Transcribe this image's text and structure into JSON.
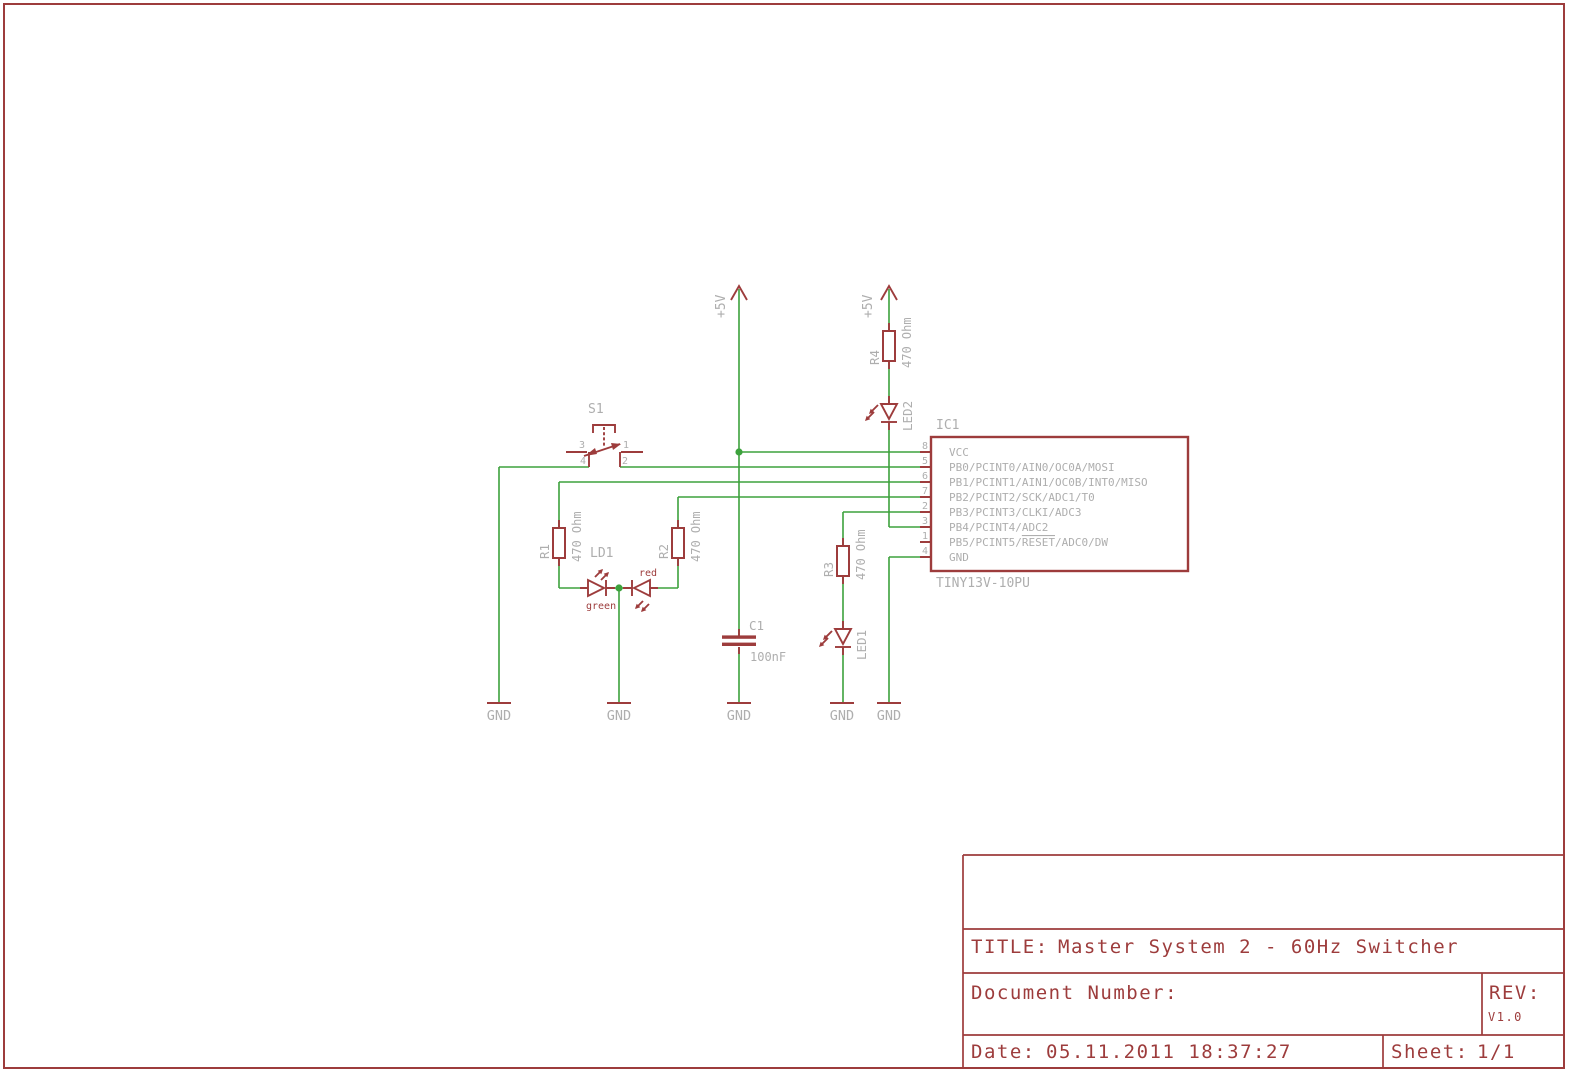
{
  "palette": {
    "symbol_red": "#9d3c3c",
    "wire_green": "#3da23d",
    "label_gray": "#aeaeae"
  },
  "schematic": {
    "power_label": "+5V",
    "ground_label": "GND",
    "ic": {
      "name": "IC1",
      "part": "TINY13V-10PU",
      "pins": [
        {
          "num": "8",
          "label": "VCC"
        },
        {
          "num": "5",
          "label": "PB0/PCINT0/AIN0/OC0A/MOSI"
        },
        {
          "num": "6",
          "label": "PB1/PCINT1/AIN1/OC0B/INT0/MISO"
        },
        {
          "num": "7",
          "label": "PB2/PCINT2/SCK/ADC1/T0"
        },
        {
          "num": "2",
          "label": "PB3/PCINT3/CLKI/ADC3"
        },
        {
          "num": "3",
          "label": "PB4/PCINT4/ADC2"
        },
        {
          "num": "1",
          "label_pre": "PB5/PCINT5/",
          "label_overline": "RESET",
          "label_post": "/ADC0/DW"
        },
        {
          "num": "4",
          "label": "GND"
        }
      ]
    },
    "switch": {
      "name": "S1",
      "pin3": "3",
      "pin1": "1",
      "pin4": "4",
      "pin2": "2"
    },
    "resistors": [
      {
        "name": "R1",
        "value": "470 Ohm"
      },
      {
        "name": "R2",
        "value": "470 Ohm"
      },
      {
        "name": "R3",
        "value": "470 Ohm"
      },
      {
        "name": "R4",
        "value": "470 Ohm"
      }
    ],
    "capacitor": {
      "name": "C1",
      "value": "100nF"
    },
    "dual_led": {
      "name": "LD1",
      "green_label": "green",
      "red_label": "red"
    },
    "led1": {
      "name": "LED1"
    },
    "led2": {
      "name": "LED2"
    }
  },
  "titleblock": {
    "title_label": "TITLE:",
    "title": "Master System 2 - 60Hz Switcher",
    "doc_label": "Document Number:",
    "rev_label": "REV:",
    "rev": "V1.0",
    "date_label": "Date:",
    "date": "05.11.2011 18:37:27",
    "sheet_label": "Sheet:",
    "sheet": "1/1"
  }
}
